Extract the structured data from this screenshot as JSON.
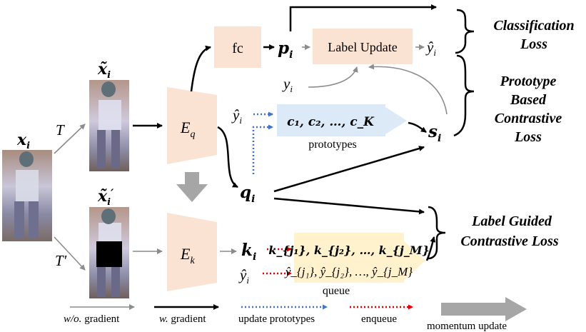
{
  "nodes": {
    "x_i": "𝒙",
    "x_i_sub": "i",
    "x_tilde": "𝒙̃",
    "x_tilde_sub": "i",
    "x_tilde_prime": "𝒙̃",
    "x_tilde_prime_sub": "i",
    "x_tilde_prime_mark": "′",
    "T": "T",
    "T_prime": "T′",
    "fc": "fc",
    "p_i": "𝒑",
    "p_i_sub": "i",
    "label_update": "Label Update",
    "yhat_i_top": "ŷ",
    "yhat_i_top_sub": "i",
    "y_i": "y",
    "y_i_sub": "i",
    "yhat_i_mid": "ŷ",
    "yhat_i_mid_sub": "i",
    "E_q": "E",
    "E_q_sub": "q",
    "E_k": "E",
    "E_k_sub": "k",
    "prototypes_box": "𝒄₁, 𝒄₂, …, 𝒄_K",
    "prototypes_caption": "prototypes",
    "s_i": "𝒔",
    "s_i_sub": "i",
    "q_i": "𝒒",
    "q_i_sub": "i",
    "k_i": "𝒌",
    "k_i_sub": "i",
    "yhat_i_bottom": "ŷ",
    "yhat_i_bottom_sub": "i",
    "queue_row1": "𝒌_{j₁}, 𝒌_{j₂}, …, 𝒌_{j_M}",
    "queue_row2": "ŷ_{j₁}, ŷ_{j₂}, …, ŷ_{j_M}",
    "queue_caption": "queue"
  },
  "losses": {
    "classification_line1": "Classification",
    "classification_line2": "Loss",
    "prototype_line1": "Prototype",
    "prototype_line2": "Based",
    "prototype_line3": "Contrastive",
    "prototype_line4": "Loss",
    "label_guided_line1": "Label Guided",
    "label_guided_line2": "Contrastive Loss"
  },
  "legend": {
    "wo_gradient_prefix": "w/o.",
    "wo_gradient_suffix": " gradient",
    "w_gradient_prefix": "w.",
    "w_gradient_suffix": " gradient",
    "update_prototypes": "update prototypes",
    "enqueue": "enqueue",
    "momentum_update": "momentum update"
  },
  "colors": {
    "encoder_fill": "#fbe3d4",
    "fc_fill": "#fbe3d4",
    "label_update_fill": "#fbe3d4",
    "prototype_fill": "#dce9f6",
    "queue_fill": "#fff2cc",
    "gray_arrow": "#8c8c8c",
    "blue_dotted": "#4472c4",
    "red_dotted": "#e00000",
    "momentum_arrow": "#a6a6a6"
  }
}
